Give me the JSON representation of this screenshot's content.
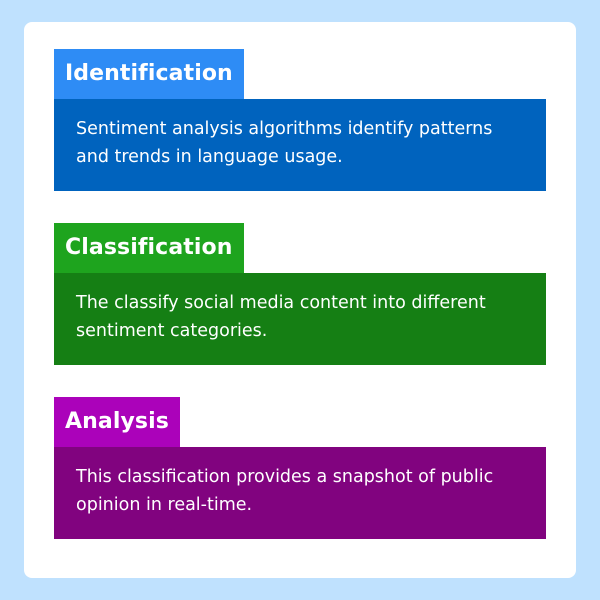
{
  "sections": [
    {
      "title": "Identification",
      "text": "Sentiment analysis algorithms identify patterns and trends in language usage.",
      "tag_color": "#2e8cf5",
      "box_color": "#0063be"
    },
    {
      "title": "Classification",
      "text": "The classify social media content into different sentiment categories.",
      "tag_color": "#1ea41e",
      "box_color": "#157f14"
    },
    {
      "title": "Analysis",
      "text": "This classification provides a snapshot of public opinion in real-time.",
      "tag_color": "#ab02ba",
      "box_color": "#81037f"
    }
  ]
}
